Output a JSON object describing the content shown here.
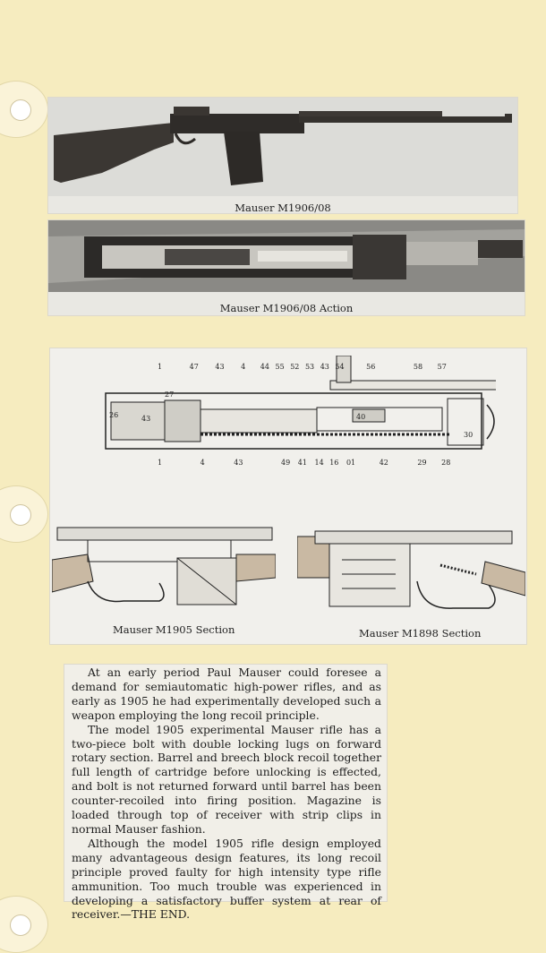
{
  "photos": [
    {
      "caption": "Mauser M1906/08"
    },
    {
      "caption": "Mauser M1906/08 Action"
    }
  ],
  "section_drawing": {
    "top_numbers": [
      "1",
      "47",
      "43",
      "4",
      "44",
      "55",
      "52",
      "53",
      "43",
      "54",
      "56",
      "58",
      "57"
    ],
    "side_numbers": [
      "26",
      "43",
      "30",
      "40",
      "27"
    ],
    "bottom_numbers": [
      "1",
      "4",
      "43",
      "49",
      "41",
      "14",
      "16",
      "01",
      "42",
      "29",
      "28"
    ]
  },
  "sections": [
    {
      "caption": "Mauser M1905 Section"
    },
    {
      "caption": "Mauser M1898 Section"
    }
  ],
  "text": {
    "paragraphs": [
      "At an early period Paul Mauser could foresee a demand for semiautomatic high-power rifles, and as early as 1905 he had experimentally developed such a weapon employing the long recoil principle.",
      "The model 1905 experimental Mauser rifle has a two-piece bolt with double locking lugs on forward rotary section. Barrel and breech block recoil together full length of cartridge before unlocking is effected, and bolt is not returned forward until barrel has been counter-recoiled into firing position. Magazine is loaded through top of receiver with strip clips in normal Mauser fashion.",
      "Although the model 1905 rifle design employed many advantageous design features, its long recoil principle proved faulty for high intensity type rifle ammunition. Too much trouble was experienced in developing a satisfactory buffer system at rear of receiver.—"
    ],
    "end_mark": "THE END."
  },
  "colors": {
    "paper": "#f6ecbf",
    "card": "#e9e8e3",
    "ink": "#1d1d1d"
  }
}
